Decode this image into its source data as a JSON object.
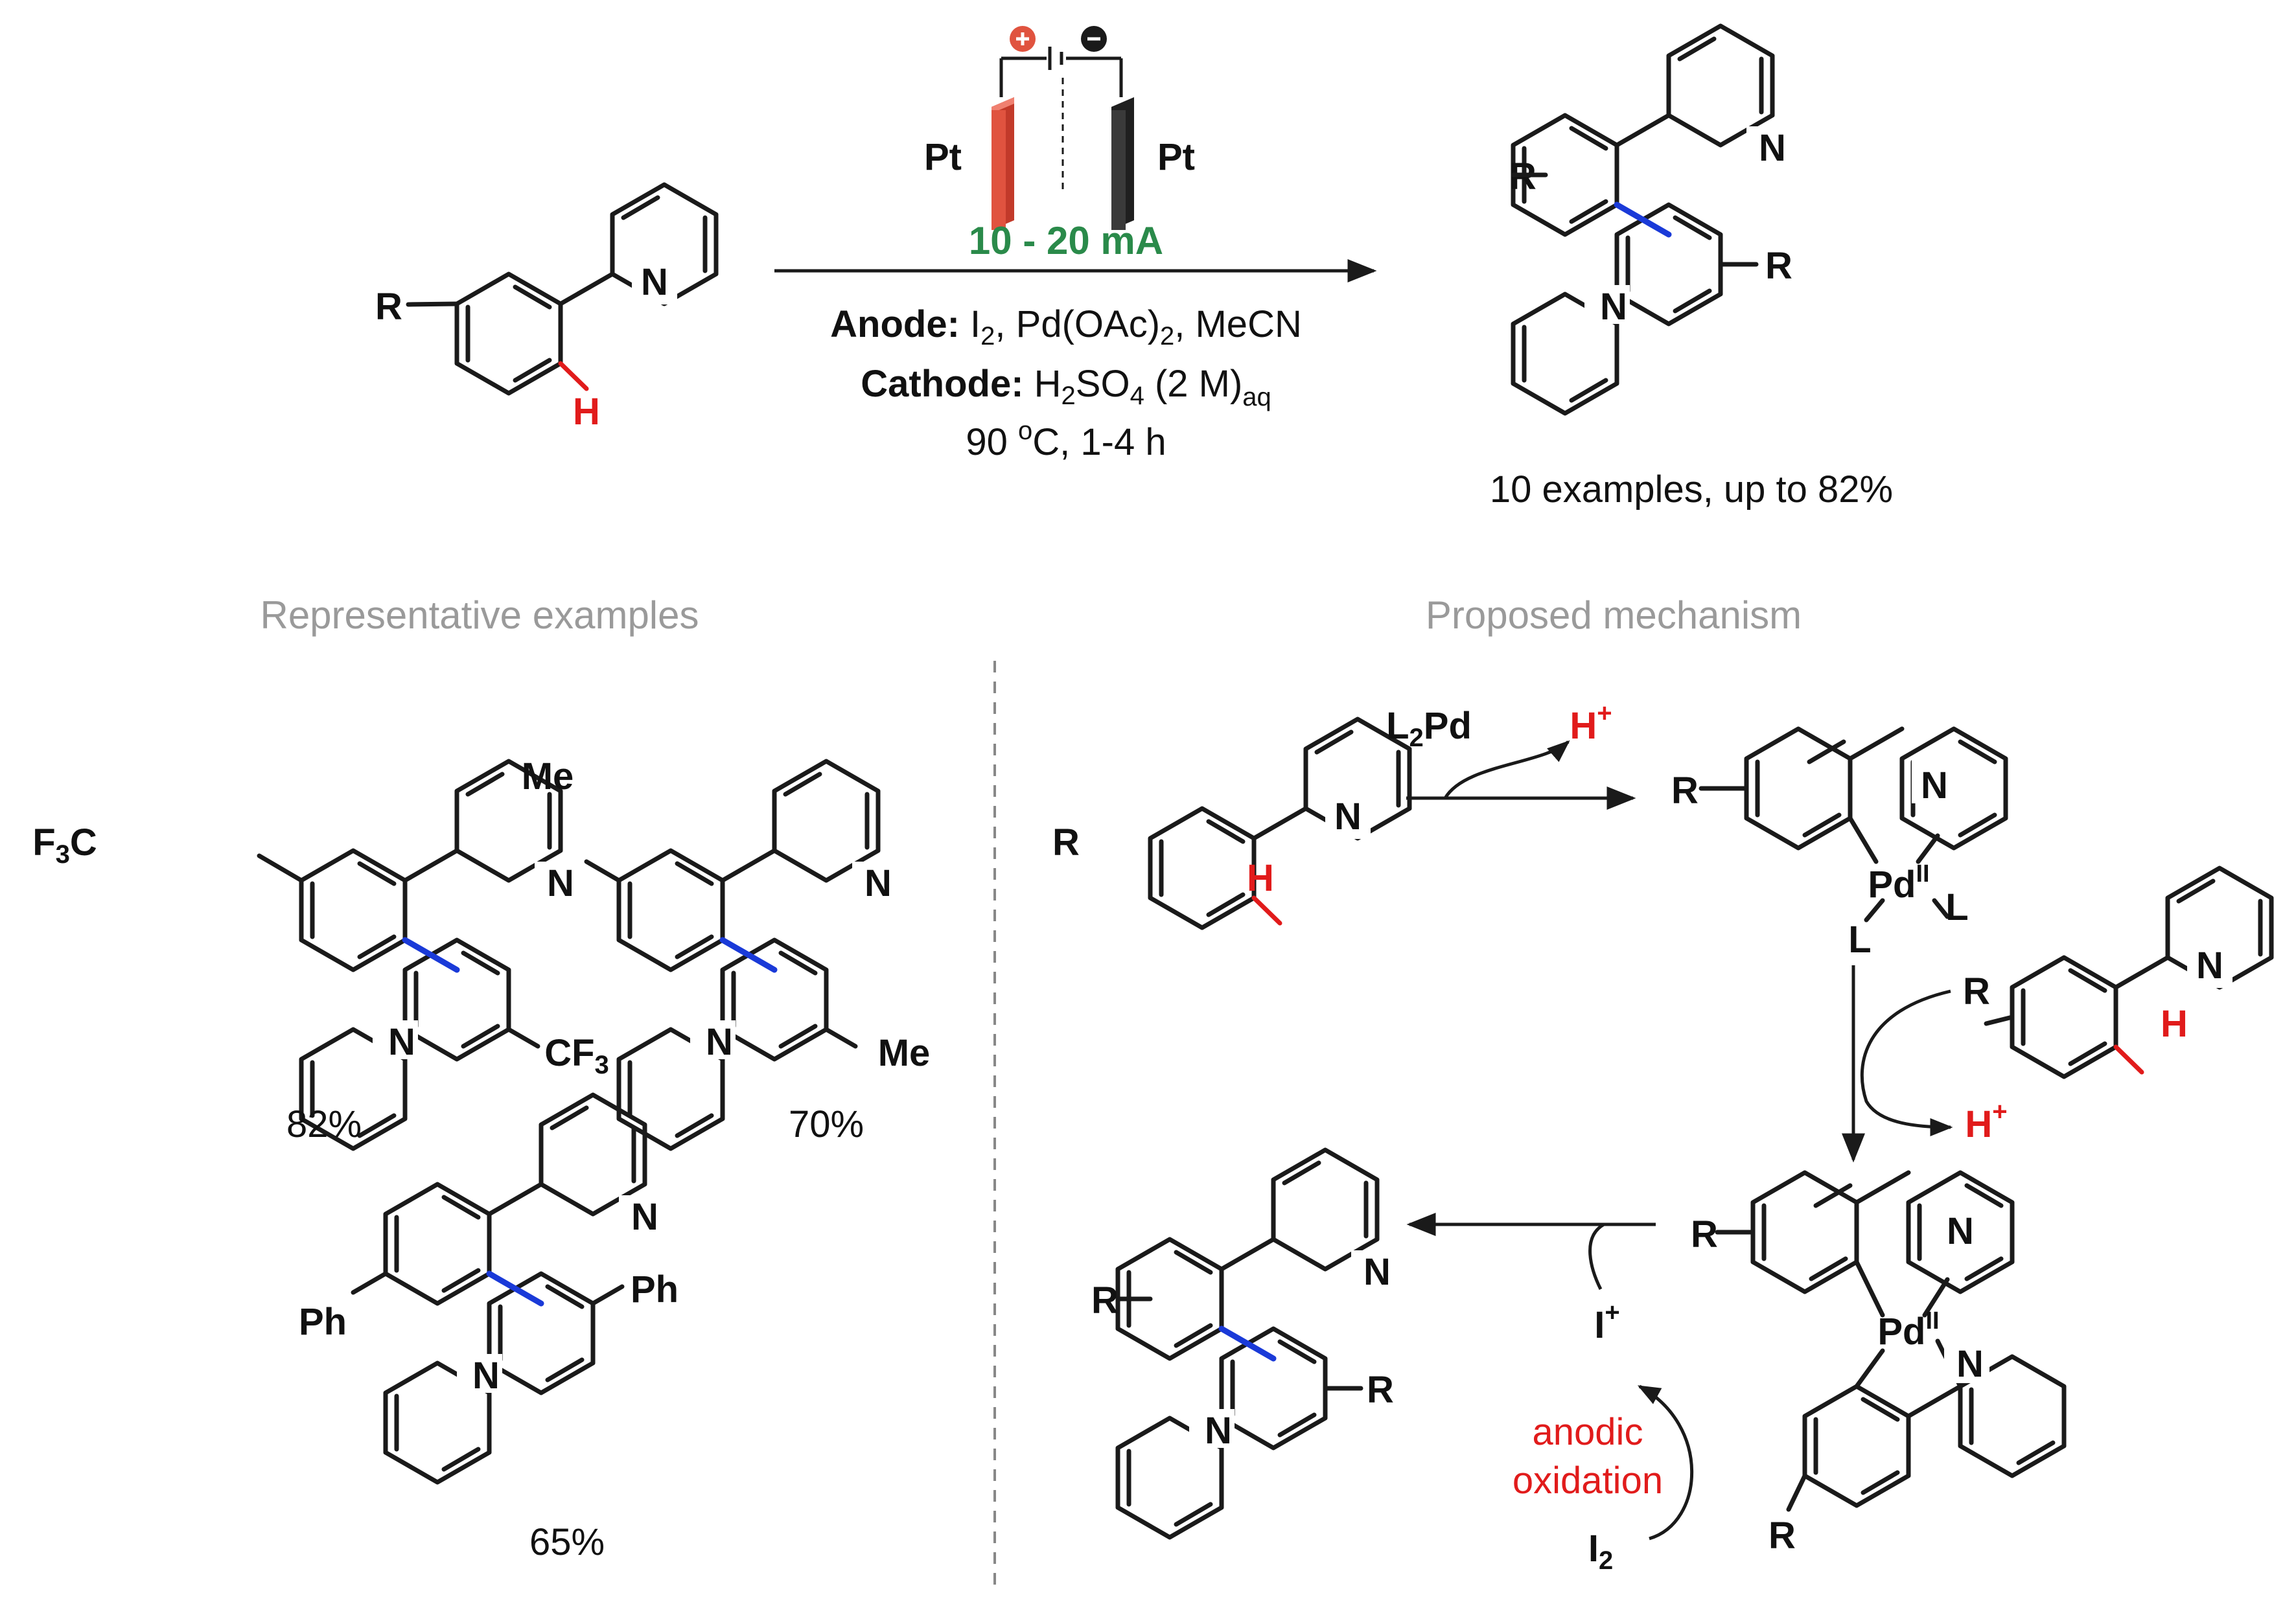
{
  "labels": {
    "R": "R",
    "N": "N",
    "H": "H",
    "Pt": "Pt",
    "me": "Me",
    "cf3": "CF",
    "f3c_pre": "F",
    "f3c_post": "C",
    "three": "3",
    "ph": "Ph",
    "pd": "Pd",
    "pd_ox": "II",
    "l": "L",
    "l2pd_main": "L",
    "l2pd_sub": "2",
    "l2pd_tail": "Pd",
    "iplus": "I",
    "plus": "+",
    "i2_main": "I",
    "i2_sub": "2",
    "anodic_line1": "anodic",
    "anodic_line2": "oxidation"
  },
  "conditions": {
    "current": "10 - 20 mA",
    "anode_label": "Anode:",
    "anode_i": "I",
    "anode_i_sub": "2",
    "anode_pd": ", Pd(OAc)",
    "anode_pd_sub": "2",
    "anode_tail": ", MeCN",
    "cathode_label": "Cathode:",
    "cathode_h": "H",
    "cathode_h_sub": "2",
    "cathode_so": "SO",
    "cathode_so_sub": "4",
    "cathode_conc": " (2 M)",
    "cathode_aq": "aq",
    "temp_prefix": "90 ",
    "temp_deg": "o",
    "temp_suffix": "C, 1-4 h"
  },
  "summary": "10 examples, up to 82%",
  "sections": {
    "examples_title": "Representative examples",
    "mechanism_title": "Proposed mechanism"
  },
  "yields": {
    "cf3": "82%",
    "me": "70%",
    "ph": "65%"
  },
  "colors": {
    "anode": "#e0533f",
    "cathode": "#2e2e2e",
    "current": "#2a8a4a",
    "new_bond": "#1a3ad8",
    "highlight_red": "#e11b1b",
    "section_title": "#9a9a9a"
  }
}
